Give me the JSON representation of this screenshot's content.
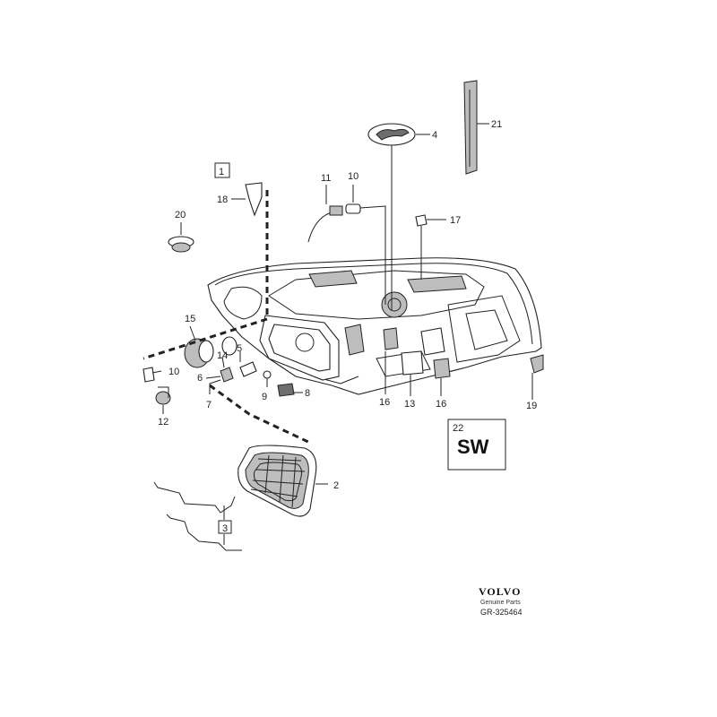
{
  "diagram": {
    "callouts": {
      "c1": "1",
      "c2": "2",
      "c3": "3",
      "c4": "4",
      "c5": "5",
      "c6": "6",
      "c7": "7",
      "c8": "8",
      "c9": "9",
      "c10a": "10",
      "c10b": "10",
      "c11": "11",
      "c12": "12",
      "c13": "13",
      "c14": "14",
      "c15": "15",
      "c16a": "16",
      "c16b": "16",
      "c17": "17",
      "c18": "18",
      "c19": "19",
      "c20": "20",
      "c21": "21",
      "c22": "22"
    },
    "sw_box": {
      "label": "SW"
    }
  },
  "footer": {
    "brand": "VOLVO",
    "tagline": "Genuine Parts",
    "ref": "GR-325464"
  }
}
